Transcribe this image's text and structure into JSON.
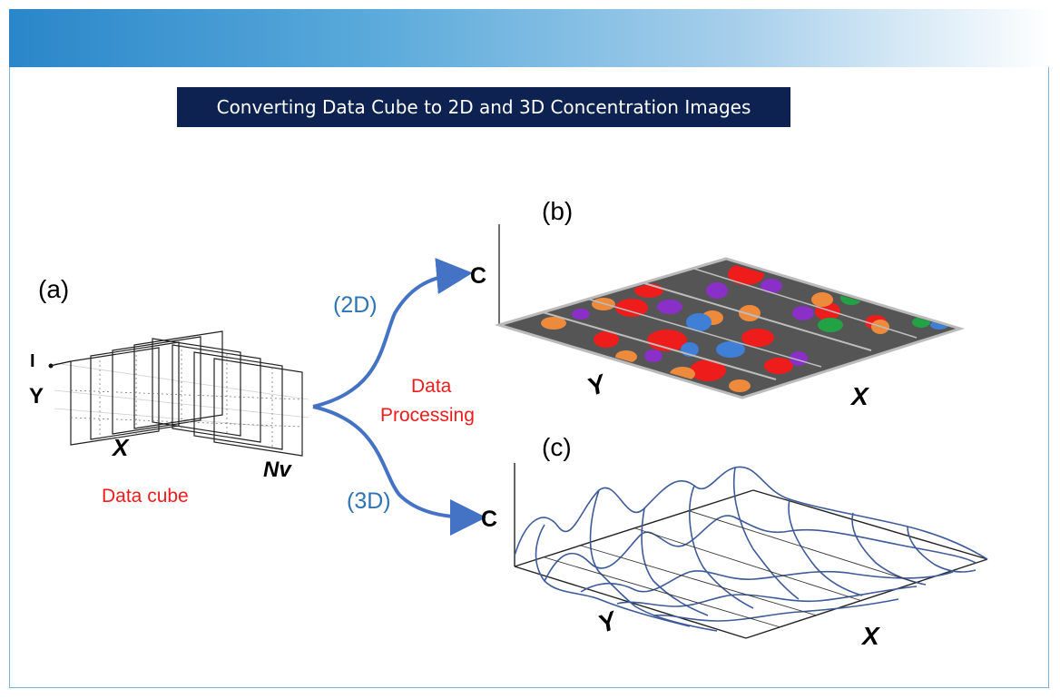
{
  "title": "Converting Data Cube to 2D and 3D Concentration Images",
  "panels": {
    "a": {
      "label": "(a)",
      "axis_i": "I",
      "axis_y": "Y",
      "axis_x": "X",
      "axis_nv": "Nv",
      "caption": "Data cube"
    },
    "b": {
      "label": "(b)",
      "axis_c": "C",
      "axis_y": "Y",
      "axis_x": "X"
    },
    "c": {
      "label": "(c)",
      "axis_c": "C",
      "axis_y": "Y",
      "axis_x": "X"
    }
  },
  "arrows": {
    "upper": "(2D)",
    "lower": "(3D)",
    "middle_line1": "Data",
    "middle_line2": "Processing"
  },
  "colors": {
    "banner": "#2a86c9",
    "title_bg": "#0d2250",
    "arrow": "#4472c4",
    "accent_red": "#ee1c1c",
    "mesh": "#3d5a99",
    "map_bg": "#555555",
    "blob_colors": [
      "#ef1c1c",
      "#ee8a3c",
      "#8a2fc7",
      "#3f7fd6",
      "#22a244"
    ]
  }
}
